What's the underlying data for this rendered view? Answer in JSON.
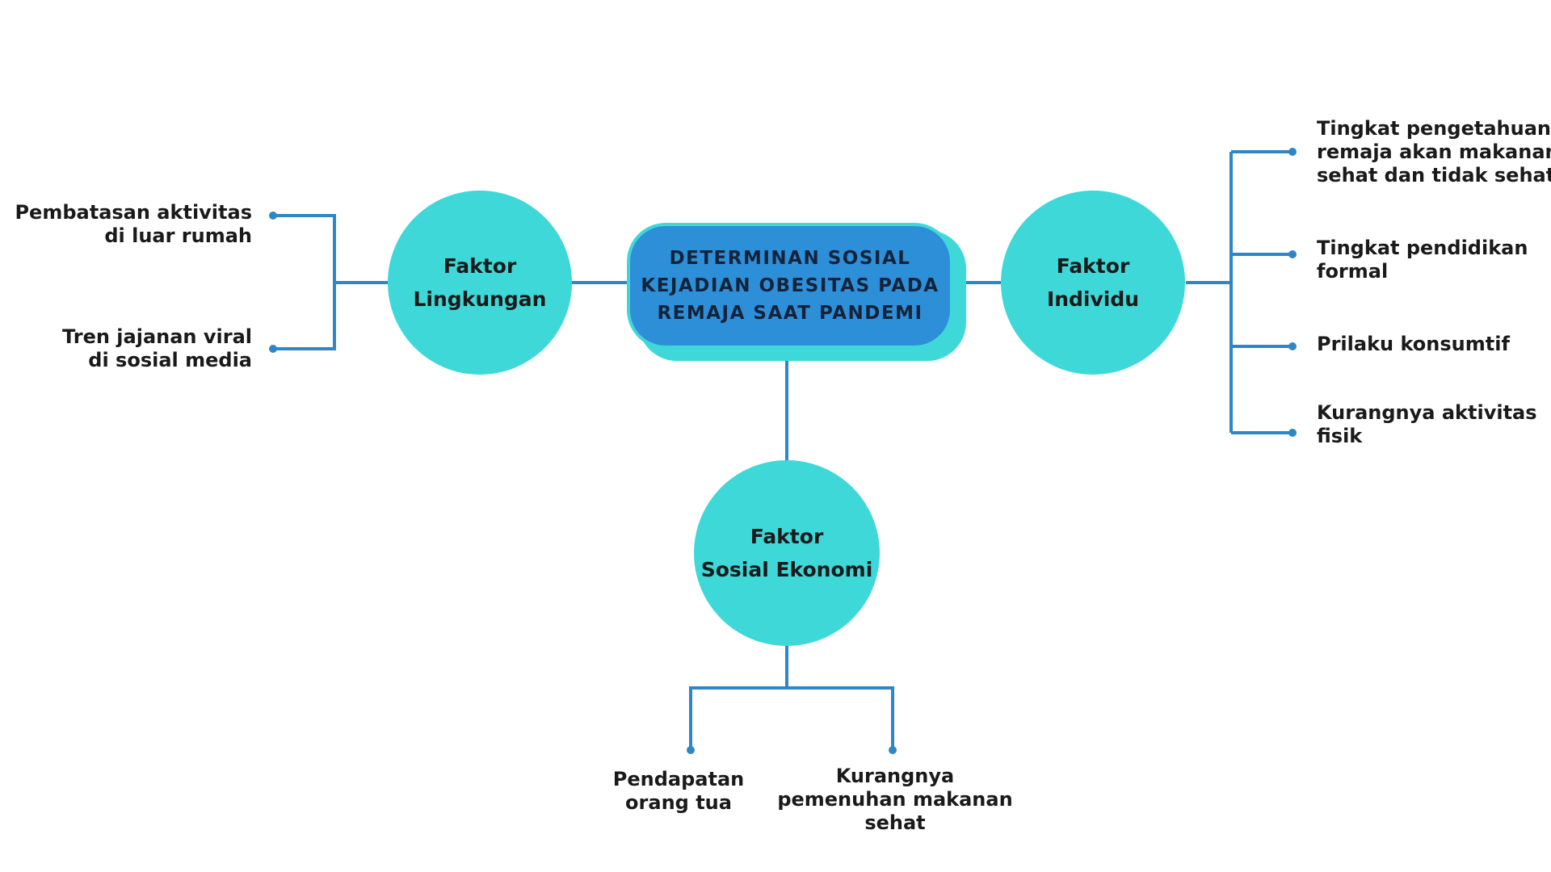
{
  "center": {
    "lines": [
      "DETERMINAN SOSIAL",
      "KEJADIAN OBESITAS PADA",
      "REMAJA SAAT PANDEMI"
    ]
  },
  "factors": {
    "lingkungan": {
      "lines": [
        "Faktor",
        "Lingkungan"
      ],
      "items": [
        [
          "Pembatasan aktivitas",
          "di luar rumah"
        ],
        [
          "Tren jajanan viral",
          "di sosial media"
        ]
      ]
    },
    "individu": {
      "lines": [
        "Faktor",
        "Individu"
      ],
      "items": [
        [
          "Tingkat pengetahuan",
          "remaja akan makanan",
          "sehat dan tidak sehat"
        ],
        [
          "Tingkat pendidikan",
          "formal"
        ],
        [
          "Prilaku konsumtif"
        ],
        [
          "Kurangnya aktivitas",
          "fisik"
        ]
      ]
    },
    "ekonomi": {
      "lines": [
        "Faktor",
        "Sosial Ekonomi"
      ],
      "items": [
        [
          "Pendapatan",
          "orang tua"
        ],
        [
          "Kurangnya",
          "pemenuhan makanan",
          "sehat"
        ]
      ]
    }
  },
  "colors": {
    "connector": "#2f86c6",
    "circle_fill": "#3fd8d8",
    "center_fill": "#2e8fd9",
    "text": "#1a1a1a"
  }
}
